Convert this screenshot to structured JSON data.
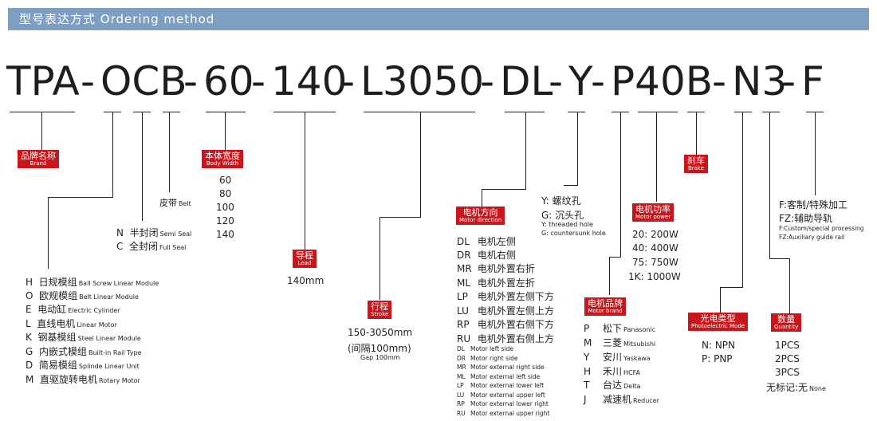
{
  "header": {
    "title": "型号表达方式 Ordering method"
  },
  "code": [
    "TPA",
    "-",
    "OCB",
    "-",
    "60",
    "-",
    "140",
    "-",
    "L3050",
    "-",
    "DL",
    "-",
    "Y",
    "-",
    "P40B",
    "-",
    "N3",
    "-",
    "F"
  ],
  "brand": {
    "tag_zh": "品牌名称",
    "tag_en": "Brand",
    "items": [
      {
        "code": "H",
        "zh": "日规模组",
        "en": "Ball Screw Linear Module"
      },
      {
        "code": "O",
        "zh": "欧规模组",
        "en": "Belt Linear Module"
      },
      {
        "code": "E",
        "zh": "电动缸",
        "en": "Electric Cylinder"
      },
      {
        "code": "L",
        "zh": "直线电机",
        "en": "Linear Motor"
      },
      {
        "code": "K",
        "zh": "钢基模组",
        "en": "Steel Linear Module"
      },
      {
        "code": "G",
        "zh": "内嵌式模组",
        "en": "Built-in Rail Type"
      },
      {
        "code": "D",
        "zh": "简易模组",
        "en": "Splinde Linear Unit"
      },
      {
        "code": "M",
        "zh": "直驱旋转电机",
        "en": "Rotary Motor"
      }
    ]
  },
  "seal": {
    "items": [
      {
        "code": "N",
        "zh": "半封闭",
        "en": "Semi Seal"
      },
      {
        "code": "C",
        "zh": "全封闭",
        "en": "Full Seal"
      }
    ]
  },
  "belt": {
    "zh": "皮带",
    "en": "Belt"
  },
  "width": {
    "tag_zh": "本体宽度",
    "tag_en": "Body Width",
    "values": [
      "60",
      "80",
      "100",
      "120",
      "140"
    ]
  },
  "lead": {
    "tag_zh": "导程",
    "tag_en": "Lead",
    "value": "140mm"
  },
  "stroke": {
    "tag_zh": "行程",
    "tag_en": "Stroke",
    "range": "150-3050mm",
    "gap": "(间隔100mm)",
    "gap_en": "Gap 100mm"
  },
  "direction": {
    "tag_zh": "电机方向",
    "tag_en": "Motor direction",
    "items": [
      {
        "code": "DL",
        "zh": "电机左侧"
      },
      {
        "code": "DR",
        "zh": "电机右侧"
      },
      {
        "code": "MR",
        "zh": "电机外置右折"
      },
      {
        "code": "ML",
        "zh": "电机外置左折"
      },
      {
        "code": "LP",
        "zh": "电机外置左侧下方"
      },
      {
        "code": "LU",
        "zh": "电机外置左侧上方"
      },
      {
        "code": "RP",
        "zh": "电机外置右侧下方"
      },
      {
        "code": "RU",
        "zh": "电机外置右侧上方"
      }
    ],
    "en_items": [
      {
        "code": "DL",
        "en": "Motor left side"
      },
      {
        "code": "DR",
        "en": "Motor right side"
      },
      {
        "code": "MR",
        "en": "Motor external right side"
      },
      {
        "code": "ML",
        "en": "Motor external left side"
      },
      {
        "code": "LP",
        "en": "Motor external lower left"
      },
      {
        "code": "LU",
        "en": "Motor external upper left"
      },
      {
        "code": "RP",
        "en": "Motor external lower right"
      },
      {
        "code": "RU",
        "en": "Motor external upper right"
      }
    ]
  },
  "hole": {
    "y": "Y: 螺纹孔",
    "g": "G: 沉头孔",
    "y_en": "Y: threaded hole",
    "g_en": "G: countersunk hole"
  },
  "motor_brand": {
    "tag_zh": "电机品牌",
    "tag_en": "Motor brand",
    "items": [
      {
        "code": "P",
        "zh": "松下",
        "en": "Panasonic"
      },
      {
        "code": "M",
        "zh": "三菱",
        "en": "Mitsubishi"
      },
      {
        "code": "Y",
        "zh": "安川",
        "en": "Yaskawa"
      },
      {
        "code": "H",
        "zh": "禾川",
        "en": "HCFA"
      },
      {
        "code": "T",
        "zh": "台达",
        "en": "Delta"
      },
      {
        "code": "J",
        "zh": "减速机",
        "en": "Reducer"
      }
    ]
  },
  "power": {
    "tag_zh": "电机功率",
    "tag_en": "Motor power",
    "items": [
      "20: 200W",
      "40: 400W",
      "75: 750W",
      "1K: 1000W"
    ]
  },
  "brake": {
    "tag_zh": "刹车",
    "tag_en": "Brake"
  },
  "photo": {
    "tag_zh": "光电类型",
    "tag_en": "Photoelectric Mode",
    "items": [
      "N: NPN",
      "P: PNP"
    ]
  },
  "qty": {
    "tag_zh": "数量",
    "tag_en": "Quantity",
    "items": [
      "1PCS",
      "2PCS",
      "3PCS"
    ],
    "none_zh": "无标记:无",
    "none_en": "None"
  },
  "custom": {
    "f": "F:客制/特殊加工",
    "fz": "FZ:辅助导轨",
    "f_en": "F:Custom/special processing",
    "fz_en": "FZ:Auxiliary guide rail"
  }
}
